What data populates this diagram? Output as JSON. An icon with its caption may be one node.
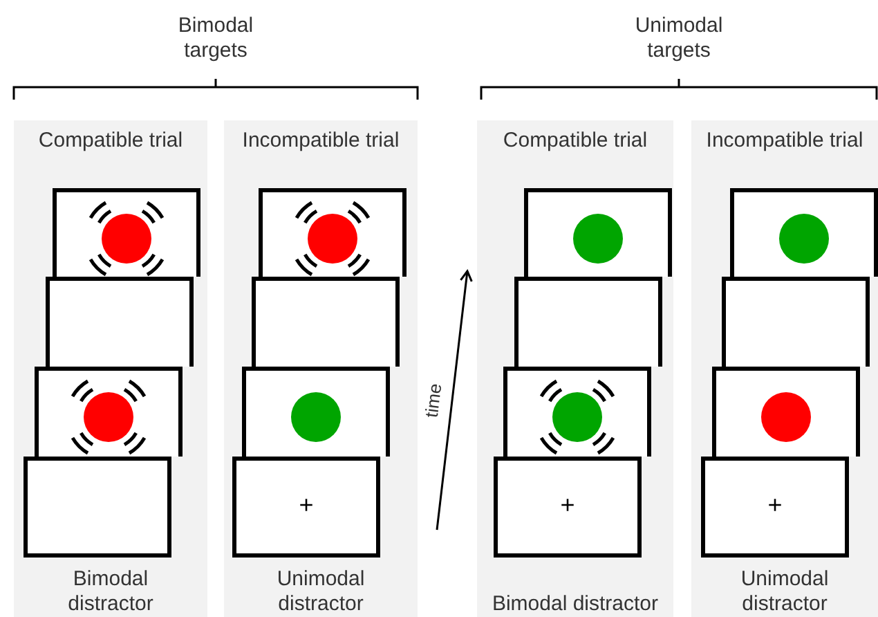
{
  "diagram": {
    "nodes": [
      {
        "text": [
          "Compatible trial",
          "Bimodal distractor"
        ]
      },
      {
        "text": [],
        "shape": "box",
        "in": 0
      },
      {
        "text": [],
        "shape": "box",
        "in": 0
      },
      {
        "text": [],
        "shape": "box",
        "in": 0
      },
      {
        "text": [],
        "shape": "box",
        "in": 0
      },
      {
        "text": [
          "Incompatible trial",
          "Unimodal distractor"
        ]
      },
      {
        "text": [],
        "shape": "box",
        "in": 5
      },
      {
        "text": [],
        "shape": "box",
        "in": 5
      },
      {
        "text": [],
        "shape": "box",
        "in": 5
      },
      {
        "text": [
          "+"
        ],
        "in": 5
      },
      {
        "text": [
          "Compatible trial",
          "Bimodal distractor"
        ]
      },
      {
        "text": [],
        "shape": "box",
        "in": 10
      },
      {
        "text": [],
        "shape": "box",
        "in": 10
      },
      {
        "text": [],
        "shape": "box",
        "in": 10
      },
      {
        "text": [
          "+"
        ],
        "in": 10
      },
      {
        "text": [
          "Incompatible trial",
          "Unimodal distractor"
        ]
      },
      {
        "text": [],
        "shape": "box",
        "in": 15
      },
      {
        "text": [],
        "shape": "box",
        "in": 15
      },
      {
        "text": [],
        "shape": "box",
        "in": 15
      },
      {
        "text": [
          "+"
        ],
        "in": 15
      }
    ],
    "labels": [
      "Bimodal targets",
      "Unimodal targets",
      "time"
    ]
  }
}
